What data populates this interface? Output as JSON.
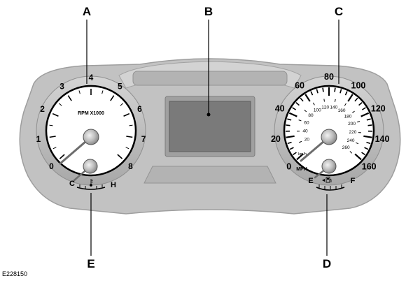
{
  "callouts": {
    "a": "A",
    "b": "B",
    "c": "C",
    "d": "D",
    "e": "E"
  },
  "tachometer": {
    "unit_label": "RPM X1000",
    "scale": [
      "0",
      "1",
      "2",
      "3",
      "4",
      "5",
      "6",
      "7",
      "8"
    ]
  },
  "temperature_gauge": {
    "cold_label": "C",
    "hot_label": "H",
    "icon": "coolant-temperature-icon"
  },
  "speedometer": {
    "mph_unit": "MPH",
    "kmh_unit": "km/h",
    "mph_scale": [
      "0",
      "20",
      "40",
      "60",
      "80",
      "100",
      "120",
      "140",
      "160"
    ],
    "kmh_scale": [
      "20",
      "40",
      "60",
      "80",
      "100",
      "120",
      "140",
      "160",
      "180",
      "200",
      "220",
      "240",
      "260"
    ]
  },
  "fuel_gauge": {
    "empty_label": "E",
    "full_label": "F",
    "icon": "fuel-pump-icon"
  },
  "image_code": "E228150",
  "colors": {
    "cluster_fill": "#bdbdbd",
    "cluster_edge": "#a9a9a9",
    "display_fill": "#7a7a7a",
    "dial_face": "#ffffff"
  }
}
